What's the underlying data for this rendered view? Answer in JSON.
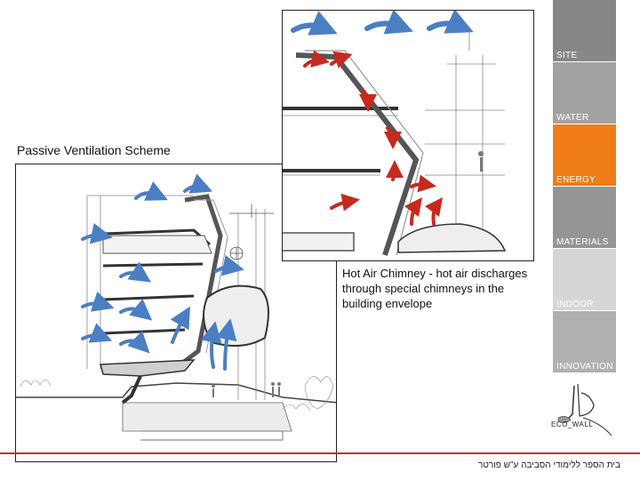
{
  "captions": {
    "main": "Passive Ventilation Scheme",
    "detail": "Hot Air Chimney - hot air discharges through special chimneys in the building envelope"
  },
  "nav": {
    "items": [
      {
        "label": "SITE",
        "color": "#878787"
      },
      {
        "label": "WATER",
        "color": "#a2a2a2"
      },
      {
        "label": "ENERGY",
        "color": "#f07d1a",
        "active": true
      },
      {
        "label": "MATERIALS",
        "color": "#959595"
      },
      {
        "label": "INDOOR",
        "color": "#d6d6d6"
      },
      {
        "label": "INNOVATION",
        "color": "#b0b0b0"
      }
    ]
  },
  "logo": {
    "text": "ECO_WALL"
  },
  "footer": {
    "text": "בית הספר ללימודי הסביבה ע\"ש פורטר"
  },
  "colors": {
    "cool_air_arrow": "#4a7fc4",
    "hot_air_arrow": "#c62a1e",
    "accent_line": "#cf2b2b"
  }
}
